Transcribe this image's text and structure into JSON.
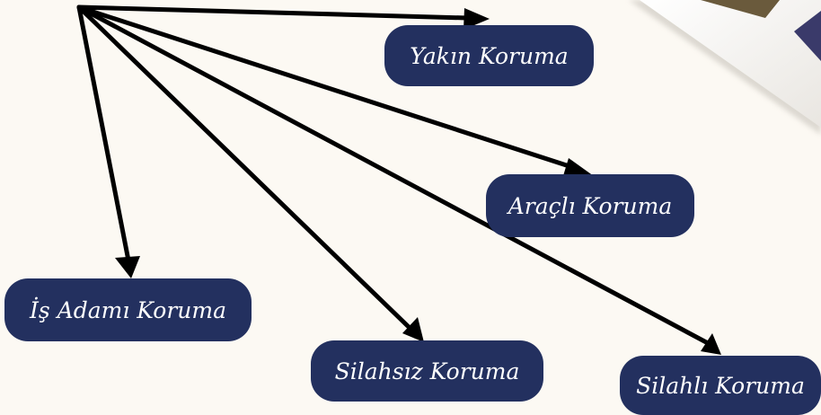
{
  "nodes": [
    {
      "id": "yakin",
      "label": "Yakın Koruma"
    },
    {
      "id": "aracli",
      "label": "Araçlı Koruma"
    },
    {
      "id": "isadami",
      "label": "İş Adamı Koruma"
    },
    {
      "id": "silahsiz",
      "label": "Silahsız Koruma"
    },
    {
      "id": "silahli",
      "label": "Silahlı Koruma"
    }
  ],
  "colors": {
    "background": "#fcf9f3",
    "pill": "#23305f",
    "pill_text": "#ffffff",
    "arrow": "#000000"
  }
}
